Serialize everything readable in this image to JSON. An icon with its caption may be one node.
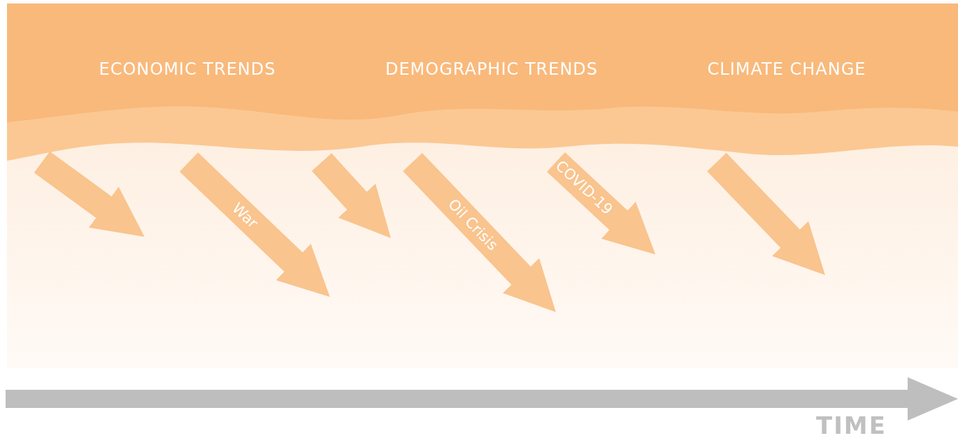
{
  "diagram": {
    "nodes": [
      {
        "text": [
          "ECONOMIC TRENDS",
          "DEMOGRAPHIC TRENDS",
          "CLIMATE CHANGE"
        ]
      }
    ],
    "labels": [
      "War",
      "Oil Crisis",
      "COVID-19",
      "TIME"
    ]
  }
}
